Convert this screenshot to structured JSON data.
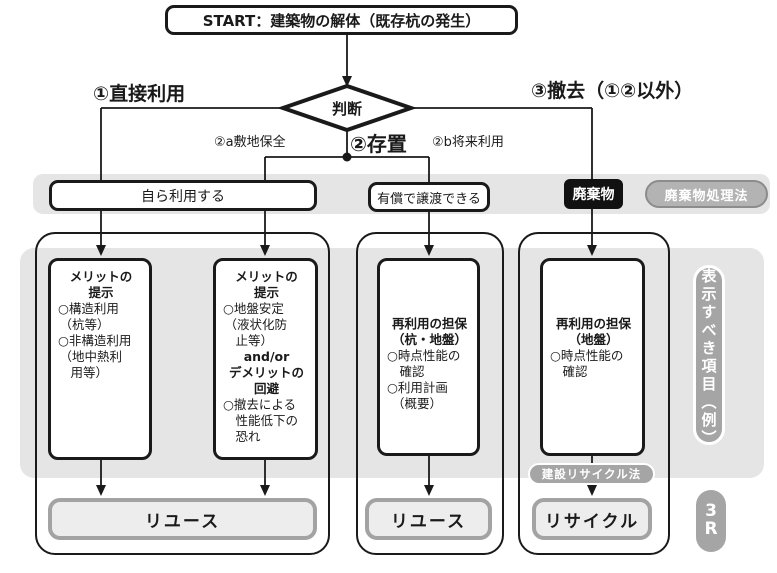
{
  "start": {
    "label": "START：建築物の解体（既存杭の発生）"
  },
  "decision": {
    "label": "判断"
  },
  "branches": {
    "direct_use": "①直接利用",
    "site_preservation": "②a敷地保全",
    "leave_in_place": "②存置",
    "future_use": "②b将来利用",
    "removal": "③撤去（①②以外）"
  },
  "row_disposition": {
    "self_use": "自ら利用する",
    "transfer_for_value": "有償で譲渡できる",
    "waste": "廃棄物",
    "waste_law_badge": "廃棄物処理法"
  },
  "item_boxes": {
    "box1": {
      "lines": [
        "メリットの",
        "提示",
        "○構造利用",
        "（杭等）",
        "○非構造利用",
        "（地中熱利",
        "用等）"
      ]
    },
    "box2": {
      "lines": [
        "メリットの",
        "提示",
        "○地盤安定",
        "（液状化防",
        "止等）",
        "and/or",
        "デメリットの",
        "回避",
        "○撤去による",
        "性能低下の",
        "恐れ"
      ]
    },
    "box3": {
      "lines": [
        "再利用の担保",
        "（杭・地盤）",
        "○時点性能の",
        "確認",
        "○利用計画",
        "（概要）"
      ]
    },
    "box4": {
      "lines": [
        "再利用の担保",
        "（地盤）",
        "○時点性能の",
        "確認"
      ]
    }
  },
  "outcomes": {
    "reuse_left": "リユース",
    "reuse_mid": "リユース",
    "recycle": "リサイクル"
  },
  "badges": {
    "construction_recycle_law": "建設リサイクル法",
    "display_items": "表示すべき項目（例）",
    "three_r_line1": "3",
    "three_r_line2": "R"
  },
  "colors": {
    "band": "#e5e5e5",
    "badge_gray": "#a5a5a5",
    "waste_law_bg": "#b3b3b3",
    "waste_bg": "#111111",
    "outcome_border": "#a3a3a3",
    "outcome_fill": "#ededed",
    "ink": "#1a1a1a"
  }
}
